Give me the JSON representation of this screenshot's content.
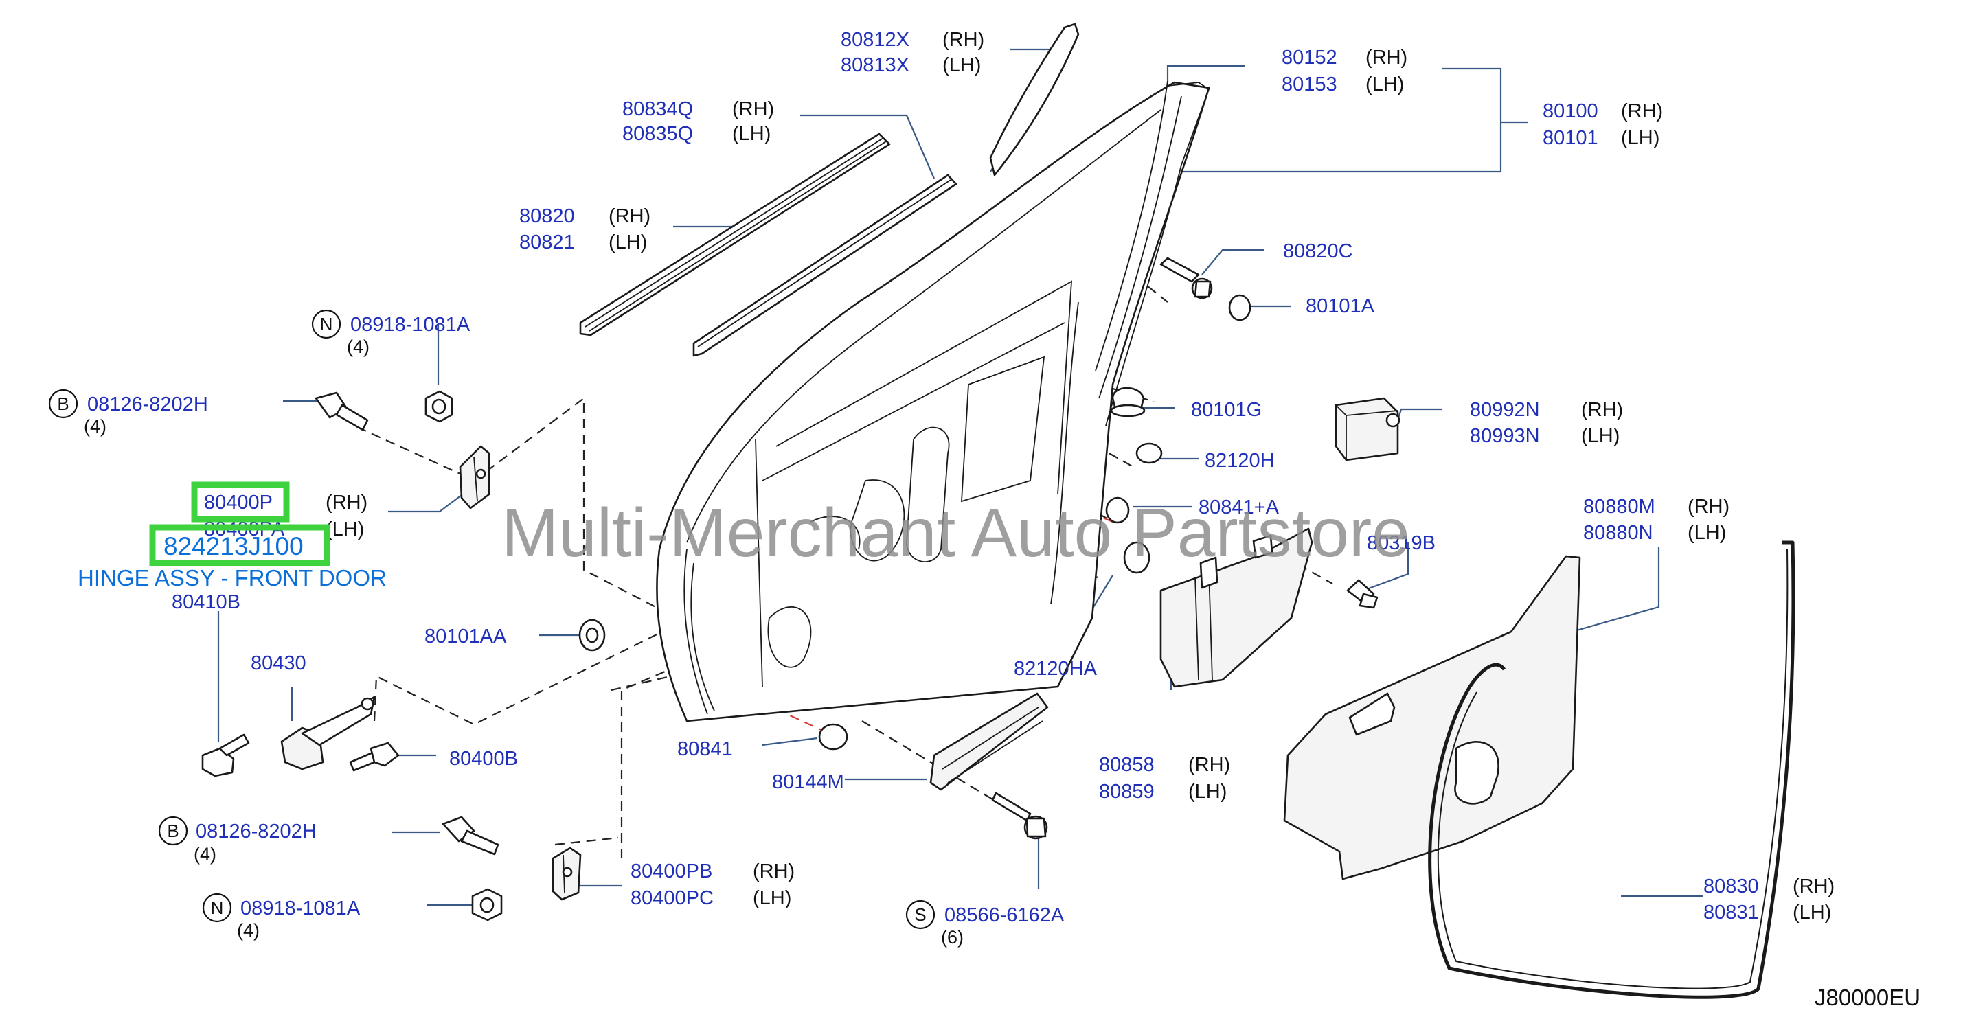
{
  "watermark": "Multi-Merchant Auto Partstore",
  "diagram_code": "J80000EU",
  "highlight": {
    "part_number": "824213J100",
    "description": "HINGE ASSY - FRONT DOOR"
  },
  "prefix_letters": {
    "B": "B",
    "N": "N",
    "S": "S"
  },
  "side": {
    "rh": "(RH)",
    "lh": "(LH)"
  },
  "labels": {
    "p80812X": "80812X",
    "p80813X": "80813X",
    "p80834Q": "80834Q",
    "p80835Q": "80835Q",
    "p80820": "80820",
    "p80821": "80821",
    "p80152": "80152",
    "p80153": "80153",
    "p80100": "80100",
    "p80101": "80101",
    "p80820C": "80820C",
    "p80101A": "80101A",
    "p80101G": "80101G",
    "p82120H": "82120H",
    "p80992N": "80992N",
    "p80993N": "80993N",
    "p80841A": "80841+A",
    "p80319B": "80319B",
    "p80880M": "80880M",
    "p80880N": "80880N",
    "p82120HA": "82120HA",
    "p80858": "80858",
    "p80859": "80859",
    "p80101AA": "80101AA",
    "p80841": "80841",
    "p80144M": "80144M",
    "p80400P": "80400P",
    "p80400PA": "80400PA",
    "p80410B": "80410B",
    "p80430": "80430",
    "p80400B": "80400B",
    "p80400PB": "80400PB",
    "p80400PC": "80400PC",
    "p80830": "80830",
    "p80831": "80831",
    "n1": "08918-1081A",
    "n1q": "(4)",
    "b1": "08126-8202H",
    "b1q": "(4)",
    "b2": "08126-8202H",
    "b2q": "(4)",
    "n2": "08918-1081A",
    "n2q": "(4)",
    "s1": "08566-6162A",
    "s1q": "(6)"
  }
}
